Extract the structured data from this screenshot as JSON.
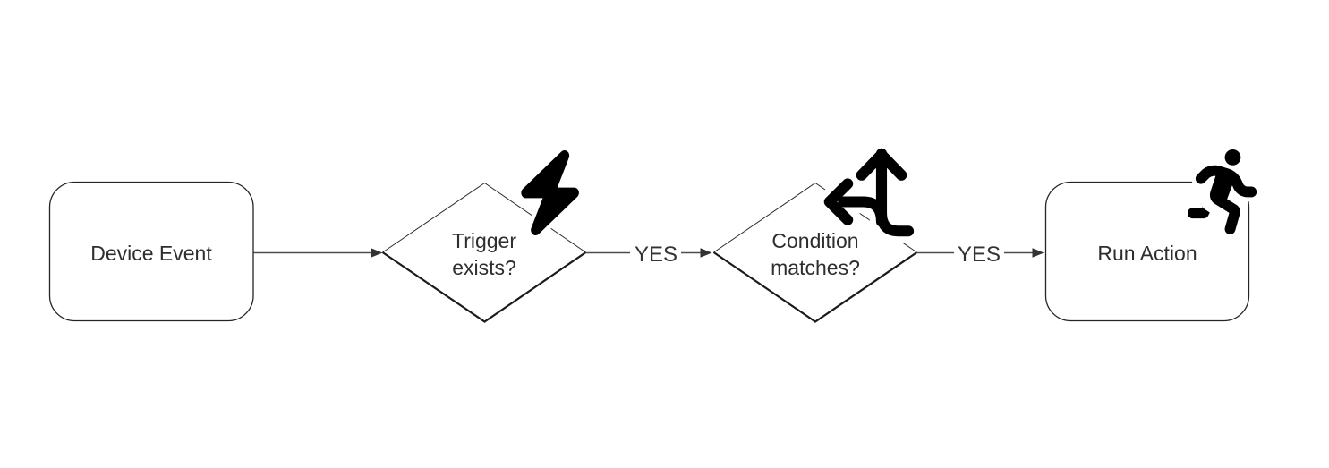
{
  "diagram": {
    "type": "flowchart",
    "orientation": "left-to-right",
    "colors": {
      "background": "#ffffff",
      "node_fill": "#ffffff",
      "node_stroke": "#242424",
      "edge_line": "#4d4d4d",
      "arrowhead": "#333333",
      "text": "#2e2e2e",
      "icon": "#000000"
    },
    "nodes": [
      {
        "id": "device-event",
        "shape": "rounded-rectangle",
        "label": "Device Event",
        "icon": null
      },
      {
        "id": "trigger-exists",
        "shape": "decision-diamond",
        "label": "Trigger exists?",
        "label_lines": [
          "Trigger",
          "exists?"
        ],
        "icon": "lightning-bolt-icon"
      },
      {
        "id": "condition-matches",
        "shape": "decision-diamond",
        "label": "Condition matches?",
        "label_lines": [
          "Condition",
          "matches?"
        ],
        "icon": "arrows-split-up-left-icon"
      },
      {
        "id": "run-action",
        "shape": "rounded-rectangle",
        "label": "Run Action",
        "icon": "person-running-icon"
      }
    ],
    "edges": [
      {
        "from": "device-event",
        "to": "trigger-exists",
        "label": ""
      },
      {
        "from": "trigger-exists",
        "to": "condition-matches",
        "label": "YES"
      },
      {
        "from": "condition-matches",
        "to": "run-action",
        "label": "YES"
      }
    ]
  }
}
